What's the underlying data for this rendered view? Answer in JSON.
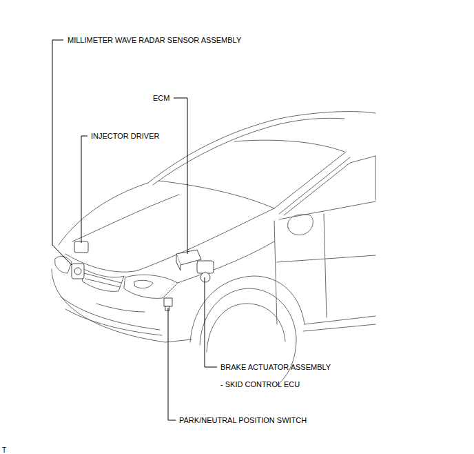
{
  "diagram": {
    "labels": [
      "MILLIMETER WAVE RADAR SENSOR ASSEMBLY",
      "ECM",
      "INJECTOR DRIVER",
      "BRAKE ACTUATOR ASSEMBLY",
      "- SKID CONTROL ECU",
      "PARK/NEUTRAL POSITION SWITCH",
      "T"
    ]
  }
}
